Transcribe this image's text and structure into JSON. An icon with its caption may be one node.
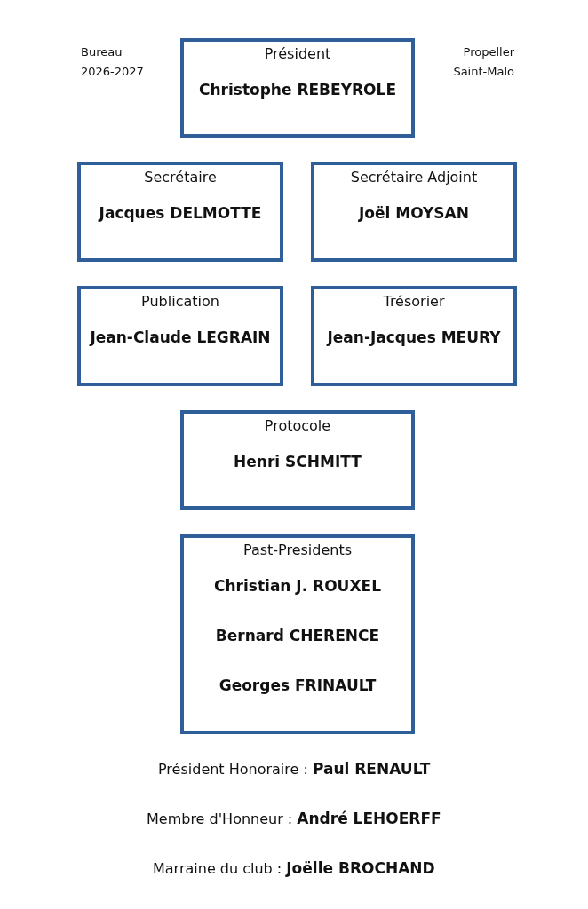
{
  "diagram": {
    "nodes": [
      {
        "text": [
          "Président",
          "Christophe REBEYROLE"
        ]
      },
      {
        "text": [
          "Secrétaire",
          "Jacques DELMOTTE"
        ]
      },
      {
        "text": [
          "Secrétaire Adjoint",
          "Joël MOYSAN"
        ]
      },
      {
        "text": [
          "Publication",
          "Jean-Claude LEGRAIN"
        ]
      },
      {
        "text": [
          "Trésorier",
          "Jean-Jacques MEURY"
        ]
      },
      {
        "text": [
          "Protocole",
          "Henri SCHMITT"
        ]
      },
      {
        "text": [
          "Past-Presidents",
          "Christian J. ROUXEL",
          "Bernard CHERENCE",
          "Georges FRINAULT"
        ]
      }
    ],
    "edges": [],
    "labels": [
      "Bureau 2026-2027",
      "Propeller Saint-Malo",
      "Président Honoraire : **Paul RENAULT**",
      "Membre d'Honneur : **André LEHOERFF**",
      "Marraine du club : **Joëlle BROCHAND**"
    ]
  }
}
